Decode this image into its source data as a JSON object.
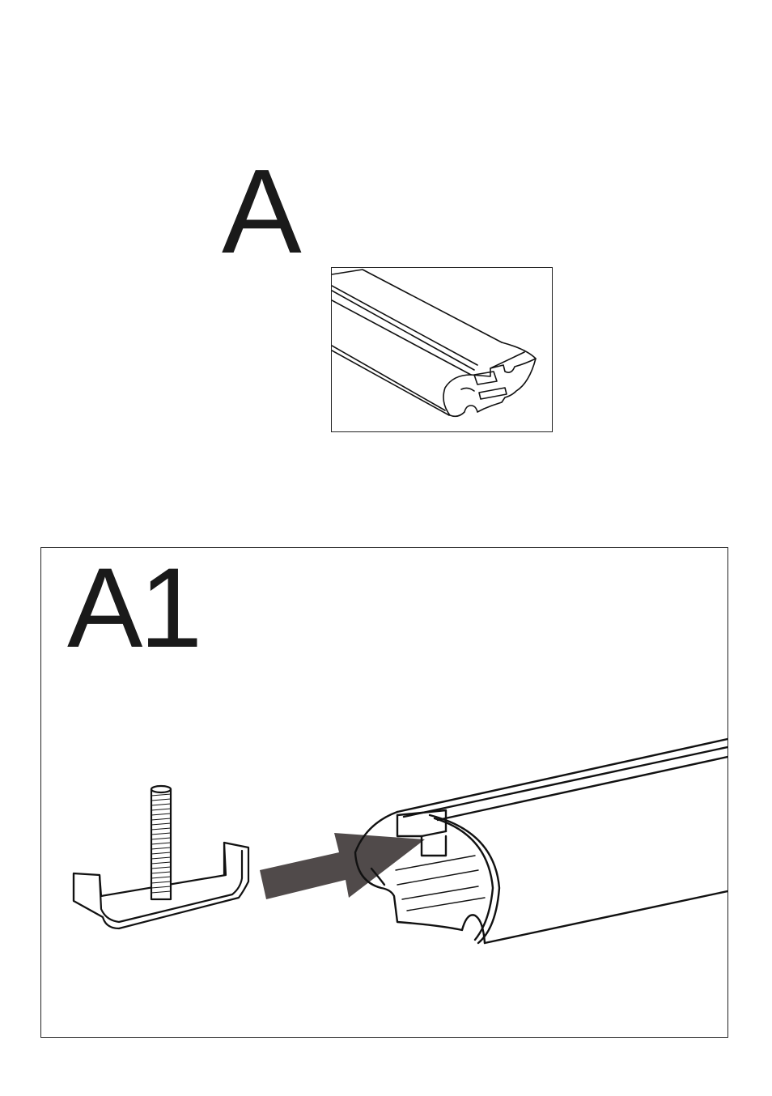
{
  "steps": {
    "a": {
      "label": "A"
    },
    "a1": {
      "label": "A1"
    }
  },
  "illustrations": {
    "profile": "aluminium-bar-profile-illustration",
    "insert": "t-bolt-slide-into-bar-illustration",
    "arrow_color": "#504a4a"
  }
}
